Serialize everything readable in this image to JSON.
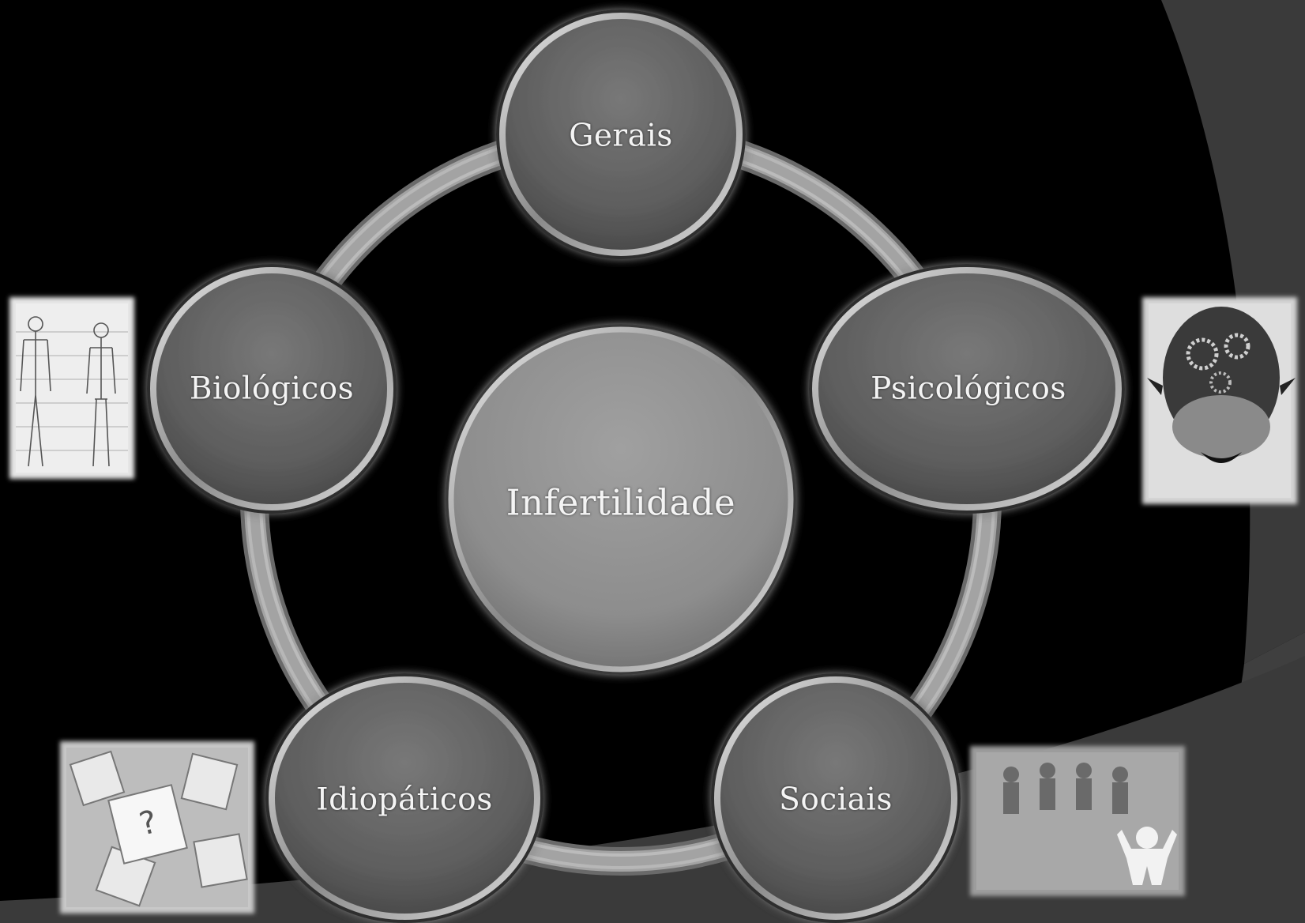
{
  "diagram": {
    "center": {
      "label": "Infertilidade"
    },
    "nodes": [
      {
        "id": "gerais",
        "label": "Gerais"
      },
      {
        "id": "psicologicos",
        "label": "Psicológicos"
      },
      {
        "id": "sociais",
        "label": "Sociais"
      },
      {
        "id": "idiopaticos",
        "label": "Idiopáticos"
      },
      {
        "id": "biologicos",
        "label": "Biológicos"
      }
    ]
  },
  "images": [
    {
      "name": "anatomy-figures-image",
      "depicts": "human body proportion figures"
    },
    {
      "name": "head-gears-image",
      "depicts": "head with gears"
    },
    {
      "name": "question-key-image",
      "depicts": "keyboard key with question mark"
    },
    {
      "name": "paper-people-image",
      "depicts": "paper doll figures"
    }
  ],
  "colors": {
    "background": "#000000",
    "background_swoosh": "#3a3a3a",
    "node_fill": "#5e5e5e",
    "center_fill": "#8d8d8d",
    "ring": "#9a9a9a",
    "label_text": "#f4f4f4"
  }
}
